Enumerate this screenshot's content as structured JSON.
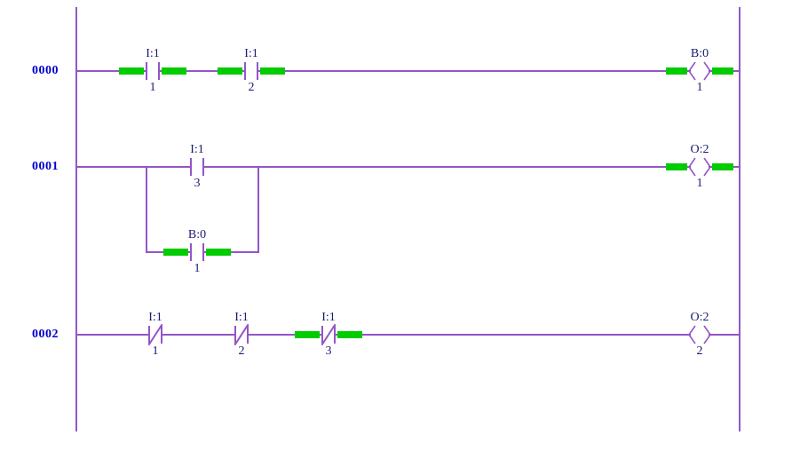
{
  "colors": {
    "wire": "#9455c8",
    "highlight": "#00cc00",
    "rung_number": "#0000cc",
    "label": "#191970",
    "background": "#ffffff"
  },
  "rungs": [
    {
      "number": "0000",
      "contacts": [
        {
          "label": "I:1",
          "pin": "1",
          "type": "normally_open",
          "energized": true
        },
        {
          "label": "I:1",
          "pin": "2",
          "type": "normally_open",
          "energized": true
        }
      ],
      "coil": {
        "label": "B:0",
        "pin": "1",
        "energized": true
      }
    },
    {
      "number": "0001",
      "contacts": [
        {
          "label": "I:1",
          "pin": "3",
          "type": "normally_open",
          "energized": false
        }
      ],
      "branch_contact": {
        "label": "B:0",
        "pin": "1",
        "type": "normally_open",
        "energized": true
      },
      "coil": {
        "label": "O:2",
        "pin": "1",
        "energized": true
      }
    },
    {
      "number": "0002",
      "contacts": [
        {
          "label": "I:1",
          "pin": "1",
          "type": "normally_closed",
          "energized": false
        },
        {
          "label": "I:1",
          "pin": "2",
          "type": "normally_closed",
          "energized": false
        },
        {
          "label": "I:1",
          "pin": "3",
          "type": "normally_closed",
          "energized": true
        }
      ],
      "coil": {
        "label": "O:2",
        "pin": "2",
        "energized": false
      }
    }
  ]
}
